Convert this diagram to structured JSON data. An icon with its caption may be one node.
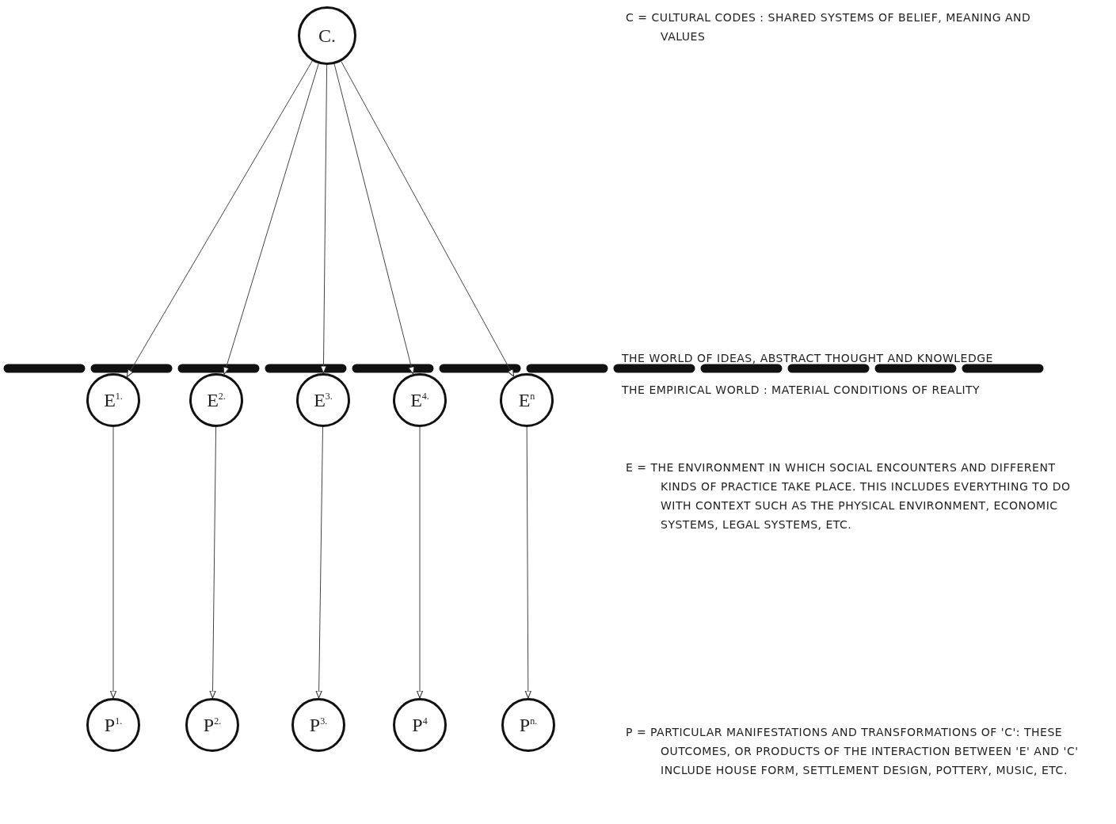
{
  "diagram": {
    "nodes": [
      {
        "text": [
          "C."
        ]
      },
      {
        "text": [
          "E$^{1.}$"
        ]
      },
      {
        "text": [
          "E$^{2.}$"
        ]
      },
      {
        "text": [
          "E$^{3.}$"
        ]
      },
      {
        "text": [
          "E$^{4.}$"
        ]
      },
      {
        "text": [
          "E$^{n}$"
        ]
      },
      {
        "text": [
          "P$^{1.}$"
        ]
      },
      {
        "text": [
          "P$^{2.}$"
        ]
      },
      {
        "text": [
          "P$^{3.}$"
        ]
      },
      {
        "text": [
          "P$^{4}$"
        ]
      },
      {
        "text": [
          "P$^{n.}$"
        ]
      }
    ],
    "edges": [
      {
        "from": 0,
        "to": 1,
        "arrow": "to"
      },
      {
        "from": 0,
        "to": 2,
        "arrow": "to"
      },
      {
        "from": 0,
        "to": 3,
        "arrow": "to"
      },
      {
        "from": 0,
        "to": 4,
        "arrow": "to"
      },
      {
        "from": 0,
        "to": 5,
        "arrow": "to"
      },
      {
        "from": 1,
        "to": 6,
        "arrow": "to"
      },
      {
        "from": 2,
        "to": 7,
        "arrow": "to"
      },
      {
        "from": 3,
        "to": 8,
        "arrow": "to"
      },
      {
        "from": 4,
        "to": 9,
        "arrow": "to"
      },
      {
        "from": 5,
        "to": 10,
        "arrow": "to"
      }
    ],
    "labels": [
      "C = CULTURAL CODES : SHARED SYSTEMS OF BELIEF, MEANING AND VALUES",
      "THE WORLD OF IDEAS, ABSTRACT THOUGHT AND KNOWLEDGE",
      "THE EMPIRICAL WORLD : MATERIAL CONDITIONS OF REALITY",
      "E = THE ENVIRONMENT IN WHICH SOCIAL ENCOUNTERS AND DIFFERENT KINDS OF PRACTICE TAKE PLACE. THIS INCLUDES EVERYTHING TO DO WITH CONTEXT SUCH AS THE PHYSICAL ENVIRONMENT, ECONOMIC SYSTEMS, LEGAL SYSTEMS, ETC.",
      "P = PARTICULAR MANIFESTATIONS AND TRANSFORMATIONS OF 'C': THESE OUTCOMES, OR PRODUCTS OF THE INTERACTION BETWEEN 'E' AND 'C' INCLUDE HOUSE FORM, SETTLEMENT DESIGN, POTTERY, MUSIC, ETC."
    ]
  }
}
